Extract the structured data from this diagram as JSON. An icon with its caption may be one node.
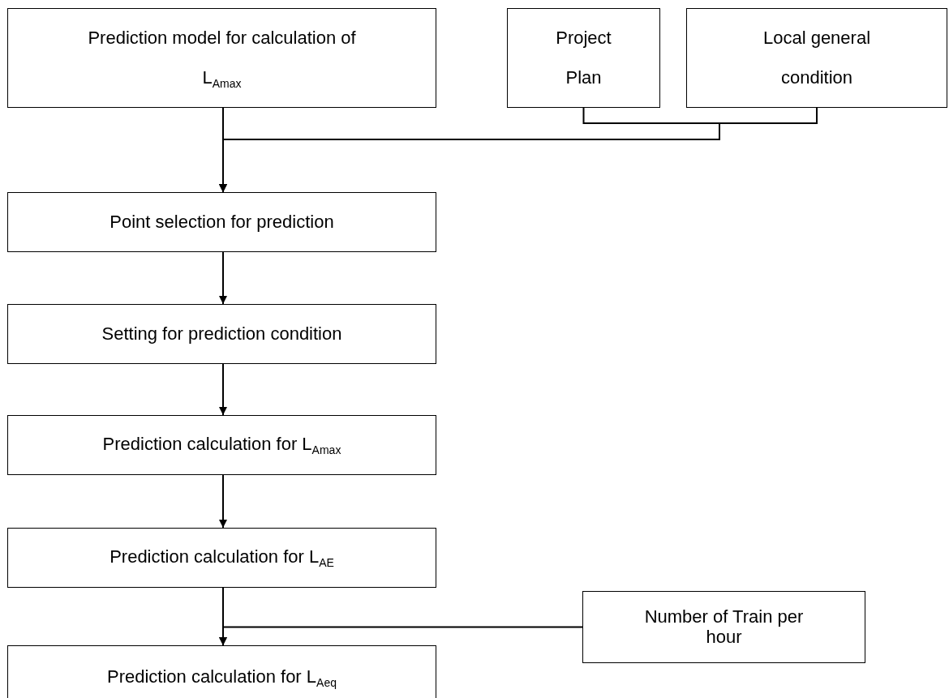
{
  "diagram": {
    "nodes": [
      {
        "text": [
          "Prediction model for calculation of L$_{Amax}$"
        ]
      },
      {
        "text": [
          "Project Plan"
        ]
      },
      {
        "text": [
          "Local general condition"
        ]
      },
      {
        "text": [
          "Point selection for prediction"
        ]
      },
      {
        "text": [
          "Setting for prediction condition"
        ]
      },
      {
        "text": [
          "Prediction calculation for L$_{Amax}$"
        ]
      },
      {
        "text": [
          "Prediction calculation for L$_{AE}$"
        ]
      },
      {
        "text": [
          "Number of Train per hour"
        ]
      },
      {
        "text": [
          "Prediction calculation for L$_{Aeq}$"
        ]
      }
    ],
    "edges": [
      {
        "from": 0,
        "to": 3,
        "arrow": "to"
      },
      {
        "from": 1,
        "to": 3,
        "arrow": "to"
      },
      {
        "from": 2,
        "to": 3,
        "arrow": "to"
      },
      {
        "from": 3,
        "to": 4,
        "arrow": "to"
      },
      {
        "from": 4,
        "to": 5,
        "arrow": "to"
      },
      {
        "from": 5,
        "to": 6,
        "arrow": "to"
      },
      {
        "from": 6,
        "to": 8,
        "arrow": "to"
      },
      {
        "from": 7,
        "to": 8,
        "arrow": "to"
      }
    ]
  }
}
